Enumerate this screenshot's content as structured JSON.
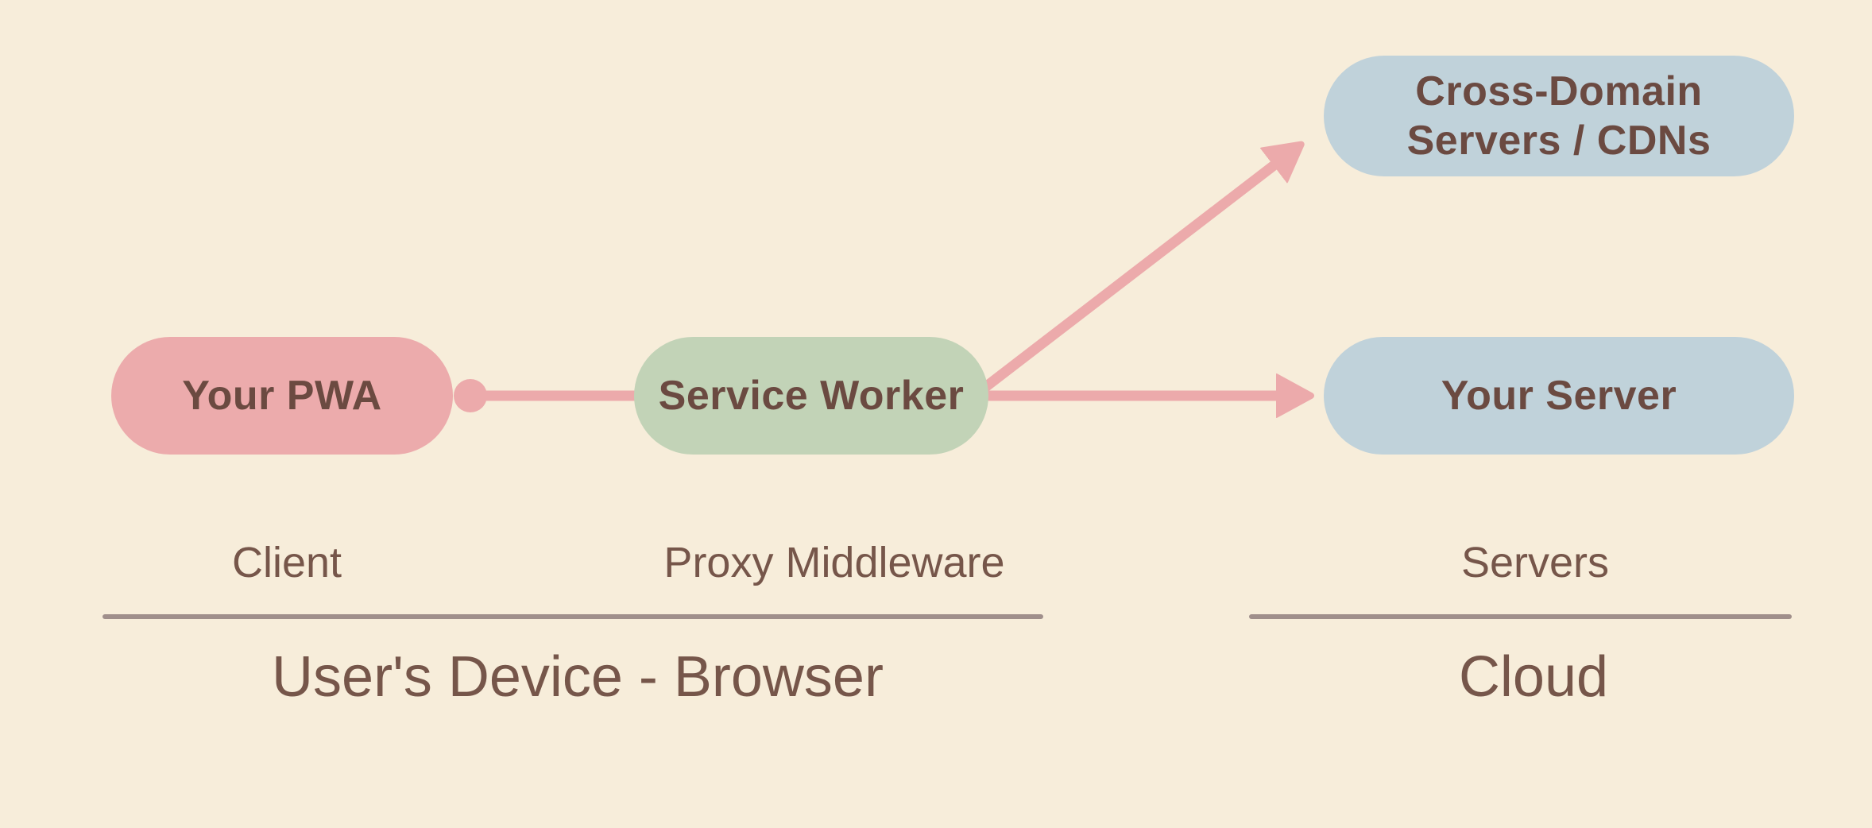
{
  "colors": {
    "background": "#f7edda",
    "node_pwa": "#ecabac",
    "node_service_worker": "#c2d3b7",
    "node_server": "#c0d2da",
    "node_text": "#6b4a41",
    "connector": "#ecaaab",
    "divider": "#a08f8b",
    "label_text": "#76564a"
  },
  "nodes": {
    "your_pwa": {
      "label": "Your PWA"
    },
    "service_worker": {
      "label": "Service Worker"
    },
    "cross_domain_servers": {
      "label_line1": "Cross-Domain",
      "label_line2": "Servers / CDNs"
    },
    "your_server": {
      "label": "Your Server"
    }
  },
  "role_labels": {
    "client": "Client",
    "proxy_middleware": "Proxy Middleware",
    "servers": "Servers"
  },
  "group_labels": {
    "users_device_browser": "User's Device - Browser",
    "cloud": "Cloud"
  }
}
